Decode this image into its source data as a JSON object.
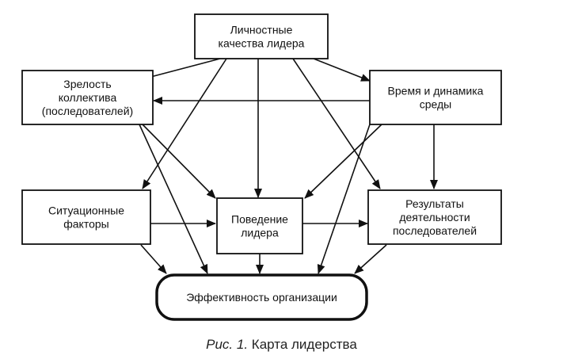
{
  "nodes": [
    {
      "id": "personal",
      "lines": [
        "Личностные",
        "качества лидера"
      ]
    },
    {
      "id": "maturity",
      "lines": [
        "Зрелость",
        "коллектива",
        "(последователей)"
      ]
    },
    {
      "id": "time",
      "lines": [
        "Время и динамика",
        "среды"
      ]
    },
    {
      "id": "situation",
      "lines": [
        "Ситуационные",
        "факторы"
      ]
    },
    {
      "id": "behavior",
      "lines": [
        "Поведение",
        "лидера"
      ]
    },
    {
      "id": "results",
      "lines": [
        "Результаты",
        "деятельности",
        "последователей"
      ]
    },
    {
      "id": "effectiveness",
      "lines": [
        "Эффективность организации"
      ]
    }
  ],
  "edges": [
    {
      "from": "personal",
      "to": "maturity"
    },
    {
      "from": "personal",
      "to": "time"
    },
    {
      "from": "personal",
      "to": "situation"
    },
    {
      "from": "personal",
      "to": "behavior"
    },
    {
      "from": "personal",
      "to": "results"
    },
    {
      "from": "time",
      "to": "maturity"
    },
    {
      "from": "maturity",
      "to": "behavior"
    },
    {
      "from": "maturity",
      "to": "effectiveness"
    },
    {
      "from": "time",
      "to": "behavior"
    },
    {
      "from": "time",
      "to": "results"
    },
    {
      "from": "time",
      "to": "effectiveness"
    },
    {
      "from": "situation",
      "to": "behavior"
    },
    {
      "from": "situation",
      "to": "effectiveness"
    },
    {
      "from": "behavior",
      "to": "results"
    },
    {
      "from": "behavior",
      "to": "effectiveness"
    },
    {
      "from": "results",
      "to": "effectiveness"
    }
  ],
  "caption": {
    "prefix": "Рис. 1.",
    "text": "Карта лидерства"
  }
}
